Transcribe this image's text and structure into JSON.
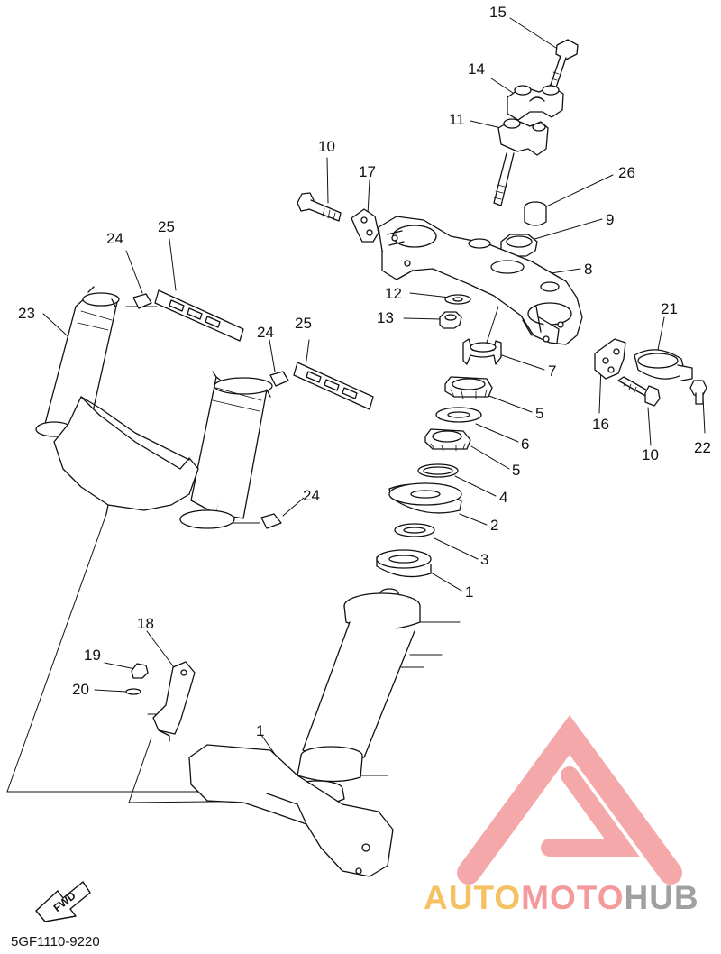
{
  "callouts": [
    {
      "id": "c15",
      "text": "15"
    },
    {
      "id": "c14",
      "text": "14"
    },
    {
      "id": "c11",
      "text": "11"
    },
    {
      "id": "c10a",
      "text": "10"
    },
    {
      "id": "c17",
      "text": "17"
    },
    {
      "id": "c26",
      "text": "26"
    },
    {
      "id": "c9",
      "text": "9"
    },
    {
      "id": "c8",
      "text": "8"
    },
    {
      "id": "c24a",
      "text": "24"
    },
    {
      "id": "c25a",
      "text": "25"
    },
    {
      "id": "c23",
      "text": "23"
    },
    {
      "id": "c12",
      "text": "12"
    },
    {
      "id": "c13",
      "text": "13"
    },
    {
      "id": "c21",
      "text": "21"
    },
    {
      "id": "c24b",
      "text": "24"
    },
    {
      "id": "c25b",
      "text": "25"
    },
    {
      "id": "c7",
      "text": "7"
    },
    {
      "id": "c5a",
      "text": "5"
    },
    {
      "id": "c16",
      "text": "16"
    },
    {
      "id": "c10b",
      "text": "10"
    },
    {
      "id": "c22",
      "text": "22"
    },
    {
      "id": "c6",
      "text": "6"
    },
    {
      "id": "c5b",
      "text": "5"
    },
    {
      "id": "c4",
      "text": "4"
    },
    {
      "id": "c24c",
      "text": "24"
    },
    {
      "id": "c2",
      "text": "2"
    },
    {
      "id": "c3",
      "text": "3"
    },
    {
      "id": "c1a",
      "text": "1"
    },
    {
      "id": "c18",
      "text": "18"
    },
    {
      "id": "c19",
      "text": "19"
    },
    {
      "id": "c20",
      "text": "20"
    },
    {
      "id": "c1b",
      "text": "1"
    }
  ],
  "diagram_code": "5GF1110-9220",
  "fwd_label": "FWD",
  "watermark": {
    "part1": "AUTO",
    "part2": "MOTO",
    "part3": "HUB",
    "colors": {
      "part1": "#f5c163",
      "part2": "#f49a9c",
      "part3": "#a0a0a0",
      "logo": "#f49a9c"
    }
  }
}
